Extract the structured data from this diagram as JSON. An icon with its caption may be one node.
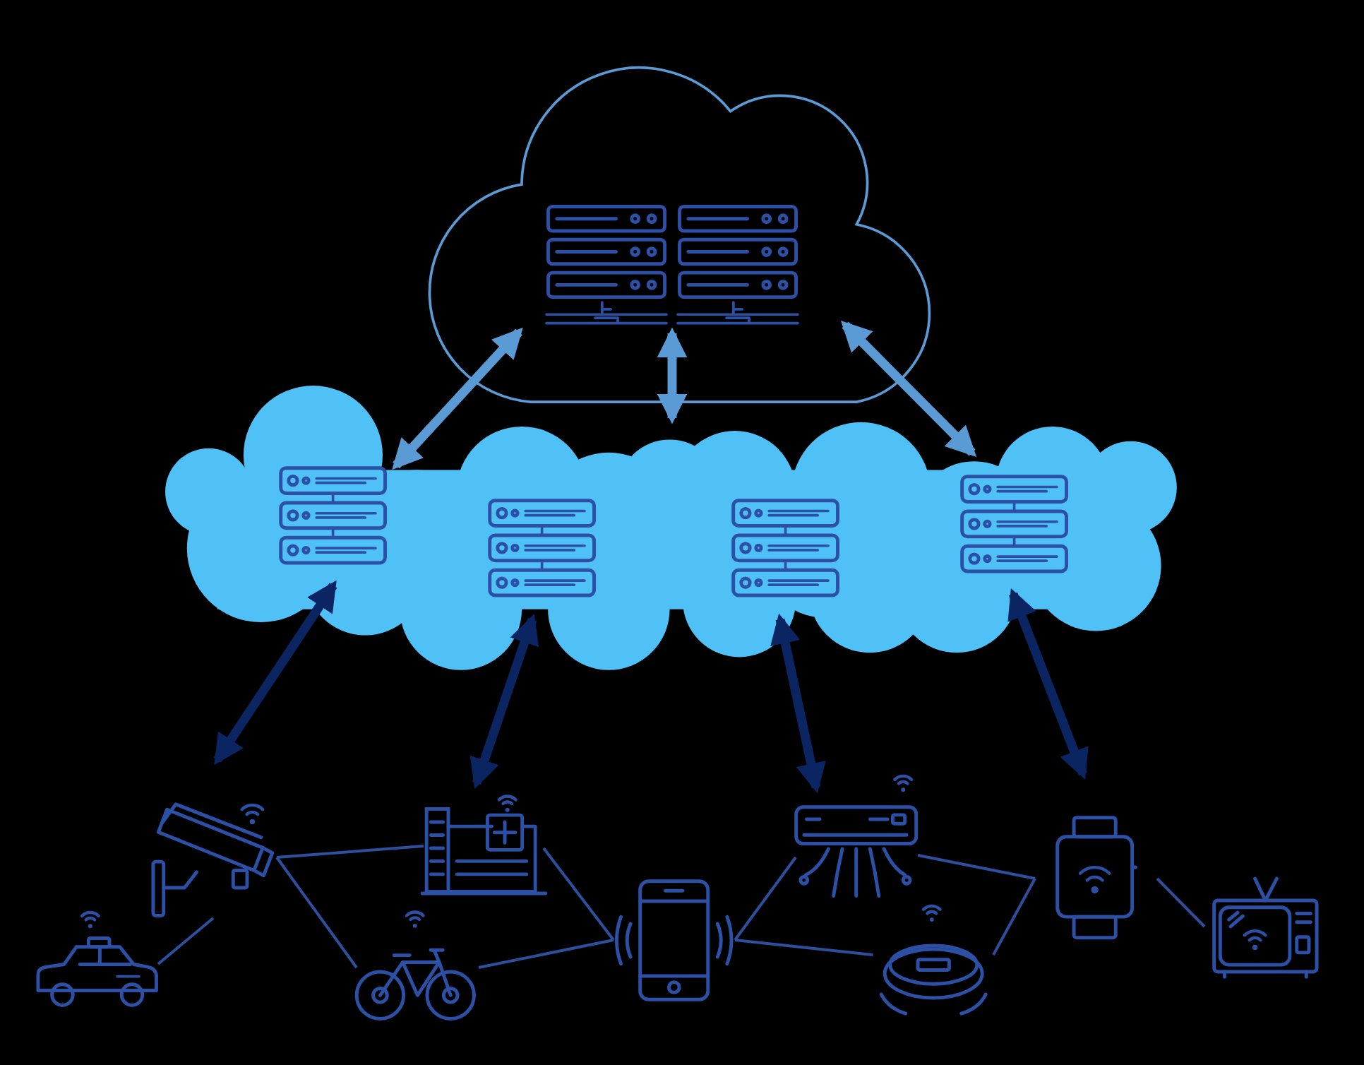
{
  "diagram": {
    "nodes": [
      {
        "text": [],
        "shape": "cloud"
      },
      {
        "text": [],
        "shape": "server",
        "in": 0
      },
      {
        "text": [],
        "shape": "cloud"
      },
      {
        "text": [],
        "shape": "server",
        "in": 2
      },
      {
        "text": [],
        "shape": "server",
        "in": 2
      },
      {
        "text": [],
        "shape": "server",
        "in": 2
      },
      {
        "text": [],
        "shape": "server",
        "in": 2
      },
      {
        "text": [],
        "shape": "camera"
      },
      {
        "text": [],
        "shape": "building"
      },
      {
        "text": [],
        "shape": "car"
      },
      {
        "text": [],
        "shape": "bicycle"
      },
      {
        "text": [],
        "shape": "phone"
      },
      {
        "text": [],
        "shape": "aircon"
      },
      {
        "text": [],
        "shape": "vacuum"
      },
      {
        "text": [],
        "shape": "watch"
      },
      {
        "text": [],
        "shape": "tv"
      }
    ],
    "edges": [
      {
        "from": 1,
        "to": 3,
        "arrow": "both",
        "style": "thick",
        "color": "#5b9bd5"
      },
      {
        "from": 1,
        "to": 2,
        "arrow": "both",
        "style": "thick",
        "color": "#5b9bd5"
      },
      {
        "from": 1,
        "to": 6,
        "arrow": "both",
        "style": "thick",
        "color": "#5b9bd5"
      },
      {
        "from": 3,
        "to": 7,
        "arrow": "both",
        "style": "thick",
        "color": "#0b2462"
      },
      {
        "from": 4,
        "to": 8,
        "arrow": "both",
        "style": "thick",
        "color": "#0b2462"
      },
      {
        "from": 5,
        "to": 12,
        "arrow": "both",
        "style": "thick",
        "color": "#0b2462"
      },
      {
        "from": 6,
        "to": 14,
        "arrow": "both",
        "style": "thick",
        "color": "#0b2462"
      },
      {
        "from": 7,
        "to": 8,
        "arrow": "none"
      },
      {
        "from": 7,
        "to": 10,
        "arrow": "none"
      },
      {
        "from": 7,
        "to": 9,
        "arrow": "none"
      },
      {
        "from": 8,
        "to": 11,
        "arrow": "none"
      },
      {
        "from": 10,
        "to": 11,
        "arrow": "none"
      },
      {
        "from": 11,
        "to": 12,
        "arrow": "none"
      },
      {
        "from": 11,
        "to": 13,
        "arrow": "none"
      },
      {
        "from": 12,
        "to": 14,
        "arrow": "none"
      },
      {
        "from": 13,
        "to": 14,
        "arrow": "none"
      },
      {
        "from": 14,
        "to": 15,
        "arrow": "none"
      }
    ]
  }
}
